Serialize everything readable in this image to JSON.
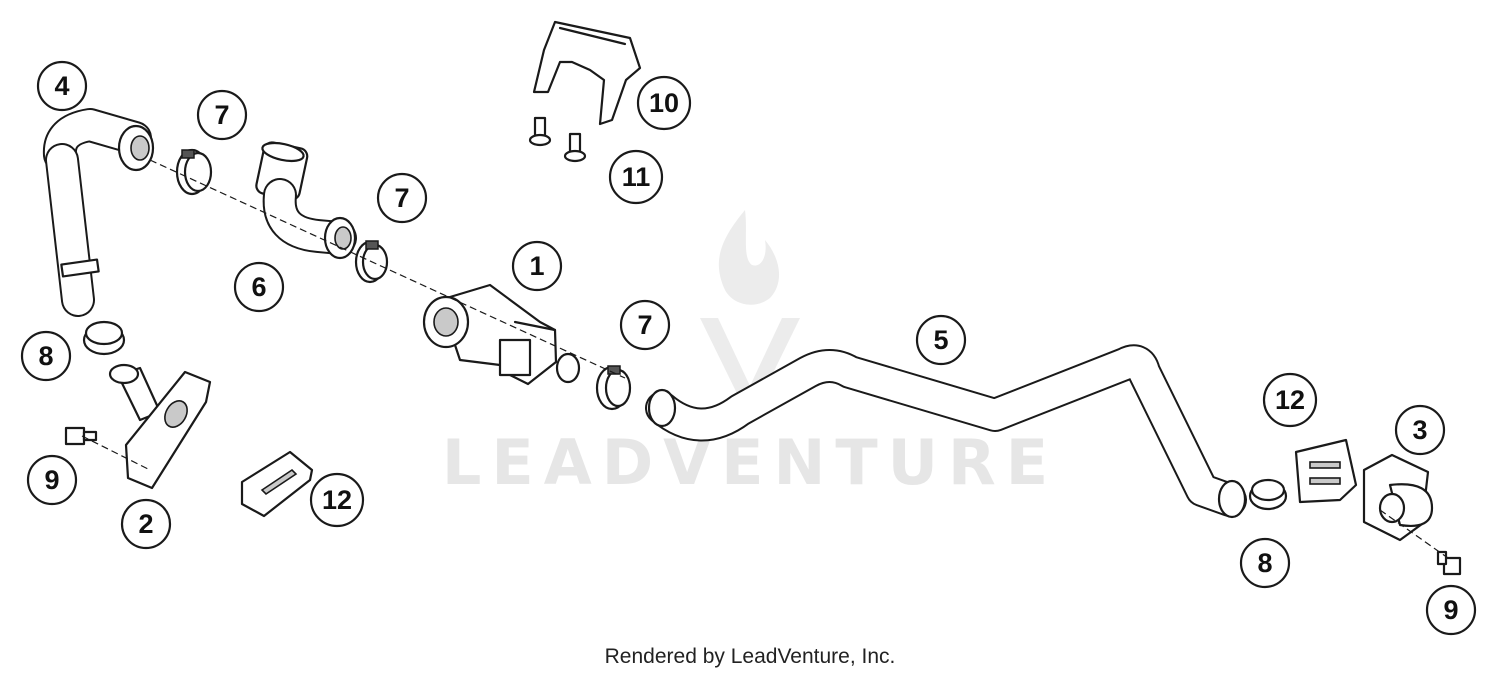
{
  "watermark": {
    "text": "LEADVENTURE"
  },
  "credit": "Rendered by LeadVenture, Inc.",
  "callouts": [
    {
      "id": "c4",
      "label": "4"
    },
    {
      "id": "c7a",
      "label": "7"
    },
    {
      "id": "c10",
      "label": "10"
    },
    {
      "id": "c11",
      "label": "11"
    },
    {
      "id": "c7b",
      "label": "7"
    },
    {
      "id": "c1",
      "label": "1"
    },
    {
      "id": "c6",
      "label": "6"
    },
    {
      "id": "c7c",
      "label": "7"
    },
    {
      "id": "c5",
      "label": "5"
    },
    {
      "id": "c8a",
      "label": "8"
    },
    {
      "id": "c9a",
      "label": "9"
    },
    {
      "id": "c2",
      "label": "2"
    },
    {
      "id": "c12a",
      "label": "12"
    },
    {
      "id": "c12b",
      "label": "12"
    },
    {
      "id": "c3",
      "label": "3"
    },
    {
      "id": "c8b",
      "label": "8"
    },
    {
      "id": "c9b",
      "label": "9"
    }
  ]
}
